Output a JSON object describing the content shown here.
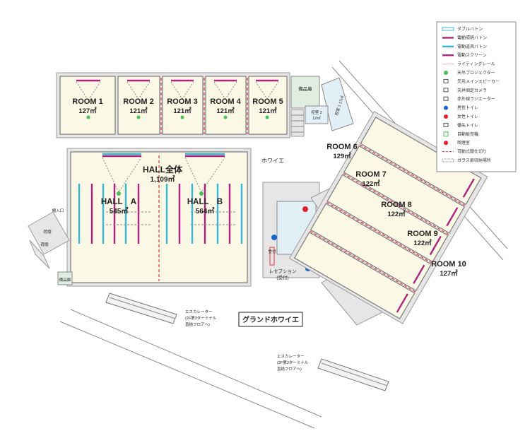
{
  "rooms": {
    "room1": {
      "name": "ROOM 1",
      "area": "127㎡"
    },
    "room2": {
      "name": "ROOM 2",
      "area": "121㎡"
    },
    "room3": {
      "name": "ROOM 3",
      "area": "121㎡"
    },
    "room4": {
      "name": "ROOM 4",
      "area": "121㎡"
    },
    "room5": {
      "name": "ROOM 5",
      "area": "121㎡"
    },
    "room6": {
      "name": "ROOM 6",
      "area": "129㎡"
    },
    "room7": {
      "name": "ROOM 7",
      "area": "122㎡"
    },
    "room8": {
      "name": "ROOM 8",
      "area": "122㎡"
    },
    "room9": {
      "name": "ROOM 9",
      "area": "122㎡"
    },
    "room10": {
      "name": "ROOM 10",
      "area": "127㎡"
    }
  },
  "halls": {
    "whole": {
      "name": "HALL全体",
      "area": "1,109㎡"
    },
    "a": {
      "name": "HALL　A",
      "area": "545㎡"
    },
    "b": {
      "name": "HALL　B",
      "area": "564㎡"
    }
  },
  "labels": {
    "foyer": "ホワイエ",
    "grand_foyer": "グランドホワイエ",
    "reception_1": "レセプション",
    "reception_2": "(受付)",
    "reception_vertical": "受付",
    "storage_top": "備品庫",
    "storage_left": "備品庫",
    "loading_entrance": "搬入口",
    "loading_1": "荷捌",
    "loading_2": "荷捌",
    "waiting_1": "控室 1",
    "waiting_1_area": "17㎡",
    "waiting_2": "控室 2",
    "waiting_2_area": "12㎡"
  },
  "escalators": [
    {
      "line1": "エスカレーター",
      "line2": "(2F第3ターミナル",
      "line3": "直結フロアへ)"
    },
    {
      "line1": "エスカレーター",
      "line2": "(2F第3ターミナル",
      "line3": "直結フロアへ)"
    }
  ],
  "legend": [
    {
      "icon": "double-batten-icon",
      "label": "ダブルバトン"
    },
    {
      "icon": "electric-lighting-batten-icon",
      "label": "電動照明バトン"
    },
    {
      "icon": "electric-prop-batten-icon",
      "label": "電動道具バトン"
    },
    {
      "icon": "electric-screen-icon",
      "label": "電動スクリーン"
    },
    {
      "icon": "lighting-rail-icon",
      "label": "ライティングレール"
    },
    {
      "icon": "ceiling-projector-icon",
      "label": "天吊プロジェクター"
    },
    {
      "icon": "ceiling-speaker-icon",
      "label": "天吊メインスピーカー"
    },
    {
      "icon": "ceiling-camera-icon",
      "label": "天井固定カメラ"
    },
    {
      "icon": "infrared-radiator-icon",
      "label": "赤外線ラジエーター"
    },
    {
      "icon": "mens-toilet-icon",
      "label": "男性トイレ"
    },
    {
      "icon": "womens-toilet-icon",
      "label": "女性トイレ"
    },
    {
      "icon": "accessible-toilet-icon",
      "label": "優先トイレ"
    },
    {
      "icon": "vending-machine-icon",
      "label": "自動販売機"
    },
    {
      "icon": "smoking-room-icon",
      "label": "喫煙室"
    },
    {
      "icon": "movable-partition-icon",
      "label": "可動式間仕切り"
    },
    {
      "icon": "glass-storage-icon",
      "label": "ガラス扉収納場所"
    }
  ],
  "colors": {
    "room_fill": "#fbf8e6",
    "partition": "#e0303a",
    "magenta_batten": "#b0227f",
    "cyan_batten": "#37b7d6",
    "mens_toilet": "#1a64c8",
    "womens_toilet": "#e0202a"
  }
}
